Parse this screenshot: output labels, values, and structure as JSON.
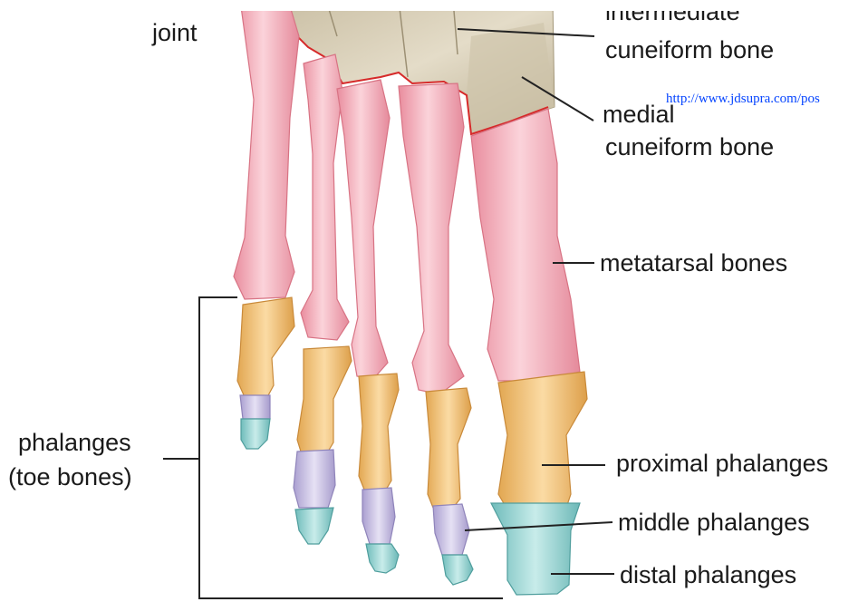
{
  "labels": {
    "joint": "joint",
    "intermediate_line1": "intermediate",
    "intermediate_line2": "cuneiform bone",
    "medial_line1": "medial",
    "medial_line2": "cuneiform bone",
    "metatarsal": "metatarsal bones",
    "phalanges_line1": "phalanges",
    "phalanges_line2": "(toe bones)",
    "proximal": "proximal phalanges",
    "middle": "middle phalanges",
    "distal": "distal phalanges"
  },
  "watermark_url": "http://www.jdsupra.com/pos",
  "colors": {
    "metatarsal": "#f2aab6",
    "tarsal": "#d6ccb4",
    "proximal": "#f0c27a",
    "middle": "#c9c2e2",
    "distal": "#9fd3d2",
    "outline_red": "#d62a2a",
    "leader": "#222222"
  }
}
